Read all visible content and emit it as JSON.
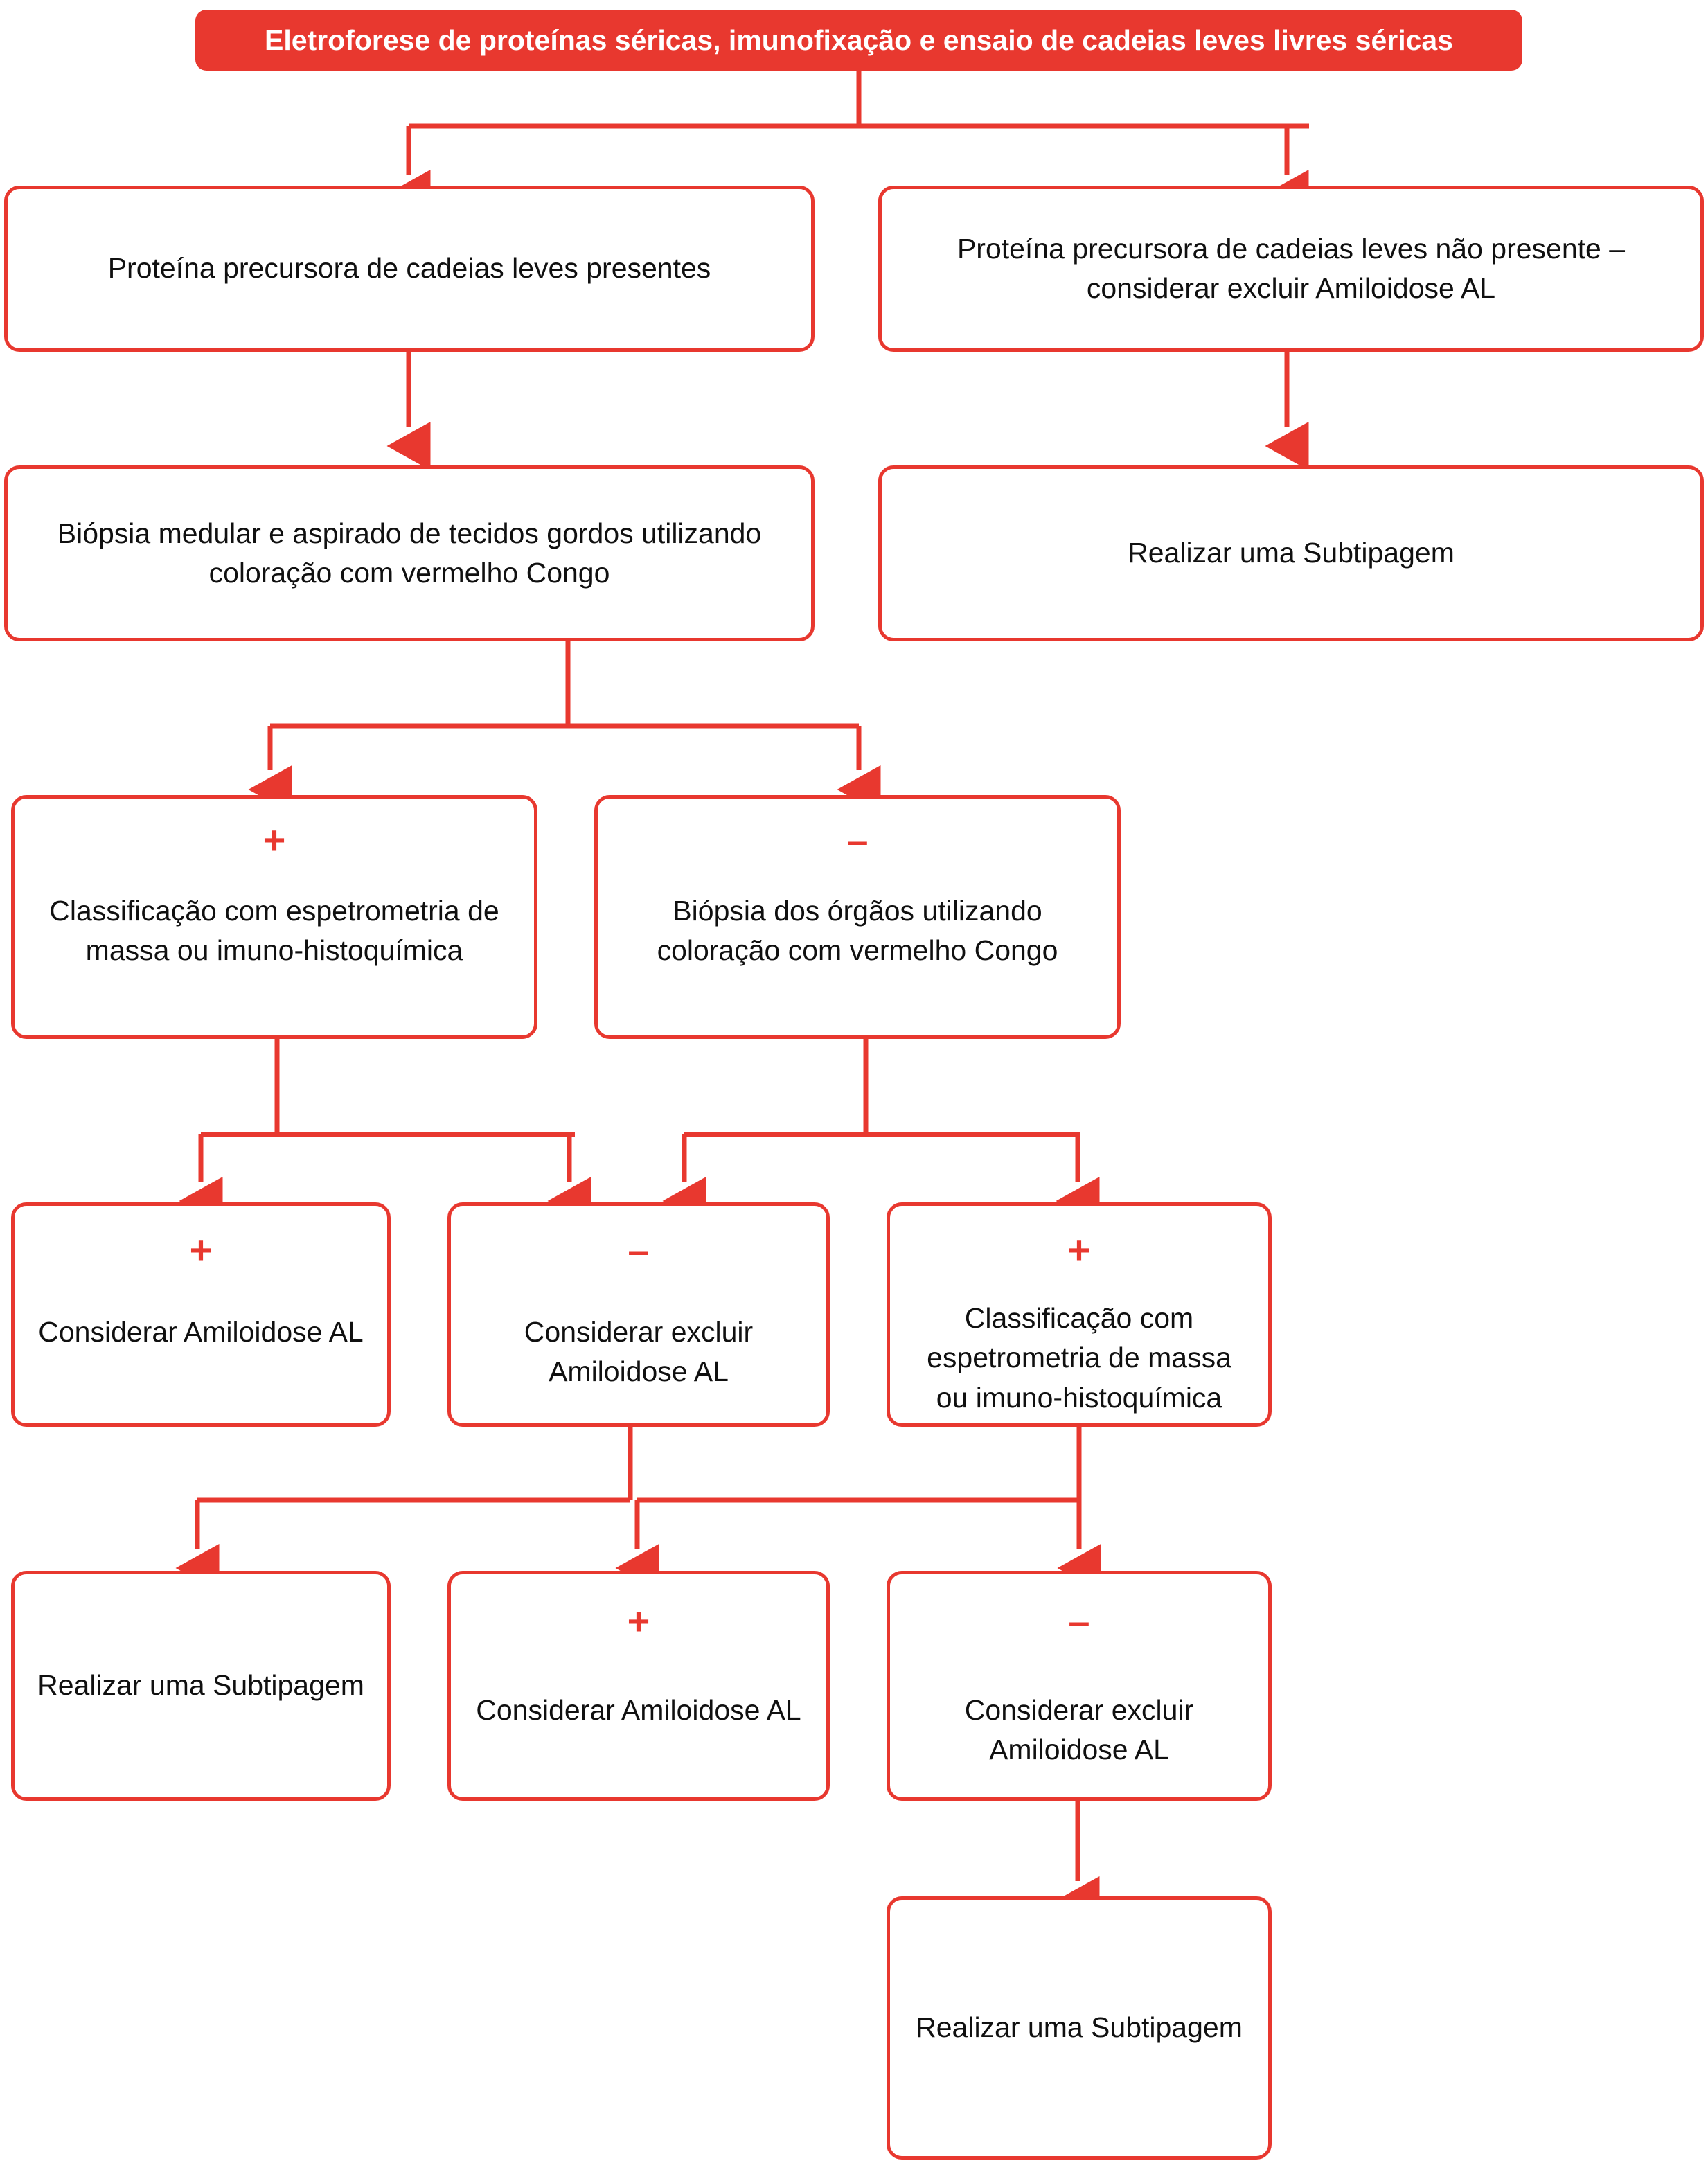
{
  "diagram": {
    "title": "Eletroforese de proteínas séricas, imunofixação e  ensaio de cadeias leves livres séricas",
    "accent_color": "#E8382F",
    "text_color": "#101010",
    "background_color": "#FFFFFF",
    "signs": {
      "positive": "+",
      "negative": "–"
    },
    "nodes": {
      "n1": {
        "text": "Proteína precursora de cadeias leves presentes",
        "sign": ""
      },
      "n2": {
        "text": "Proteína precursora de cadeias leves não presente – considerar excluir Amiloidose AL",
        "sign": ""
      },
      "n3": {
        "text": "Biópsia medular e aspirado de tecidos gordos utilizando coloração com vermelho Congo",
        "sign": ""
      },
      "n4": {
        "text": "Realizar uma Subtipagem",
        "sign": ""
      },
      "n5": {
        "text": "Classificação com espetrometria de massa ou imuno-histoquímica",
        "sign": "+"
      },
      "n6": {
        "text": "Biópsia dos órgãos utilizando coloração com vermelho Congo",
        "sign": "–"
      },
      "n7": {
        "text": "Considerar Amiloidose AL",
        "sign": "+"
      },
      "n8": {
        "text": "Considerar excluir Amiloidose AL",
        "sign": "–"
      },
      "n9": {
        "text": "Classificação com espetrometria de massa ou imuno-histoquímica",
        "sign": "+"
      },
      "n10": {
        "text": "Realizar uma Subtipagem",
        "sign": ""
      },
      "n11": {
        "text": "Considerar Amiloidose AL",
        "sign": "+"
      },
      "n12": {
        "text": "Considerar excluir Amiloidose AL",
        "sign": "–"
      },
      "n13": {
        "text": "Realizar uma Subtipagem",
        "sign": ""
      }
    }
  }
}
